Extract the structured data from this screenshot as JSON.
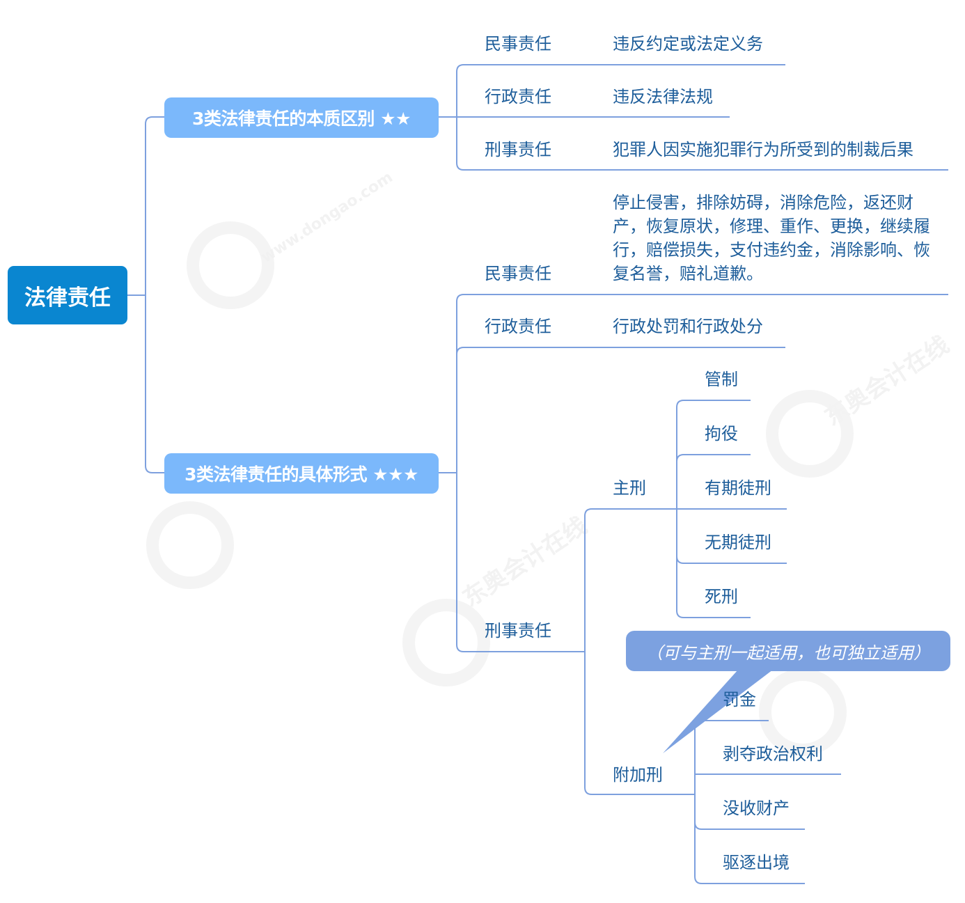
{
  "mindmap": {
    "root": {
      "label": "法律责任",
      "color": "#0A86D0"
    },
    "branch_color": "#7BB8FB",
    "line_color": "#7DA0DE",
    "text_color": "#1D5D9A",
    "branches": [
      {
        "label": "3类法律责任的本质区别 ★★",
        "items": [
          {
            "label": "民事责任",
            "detail": "违反约定或法定义务"
          },
          {
            "label": "行政责任",
            "detail": "违反法律法规"
          },
          {
            "label": "刑事责任",
            "detail": "犯罪人因实施犯罪行为所受到的制裁后果"
          }
        ]
      },
      {
        "label": "3类法律责任的具体形式 ★★★",
        "items": [
          {
            "label": "民事责任",
            "detail": "停止侵害，排除妨碍，消除危险，返还财产，恢复原状，修理、重作、更换，继续履行，赔偿损失，支付违约金，消除影响、恢复名誉，赔礼道歉。"
          },
          {
            "label": "行政责任",
            "detail": "行政处罚和行政处分"
          },
          {
            "label": "刑事责任",
            "groups": [
              {
                "label": "主刑",
                "items": [
                  "管制",
                  "拘役",
                  "有期徒刑",
                  "无期徒刑",
                  "死刑"
                ]
              },
              {
                "label": "附加刑",
                "items": [
                  "罚金",
                  "剥夺政治权利",
                  "没收财产",
                  "驱逐出境"
                ],
                "callout": "（可与主刑一起适用，也可独立适用）"
              }
            ]
          }
        ]
      }
    ]
  },
  "watermark": {
    "brand": "东奥会计在线",
    "url": "www.dongao.com"
  }
}
